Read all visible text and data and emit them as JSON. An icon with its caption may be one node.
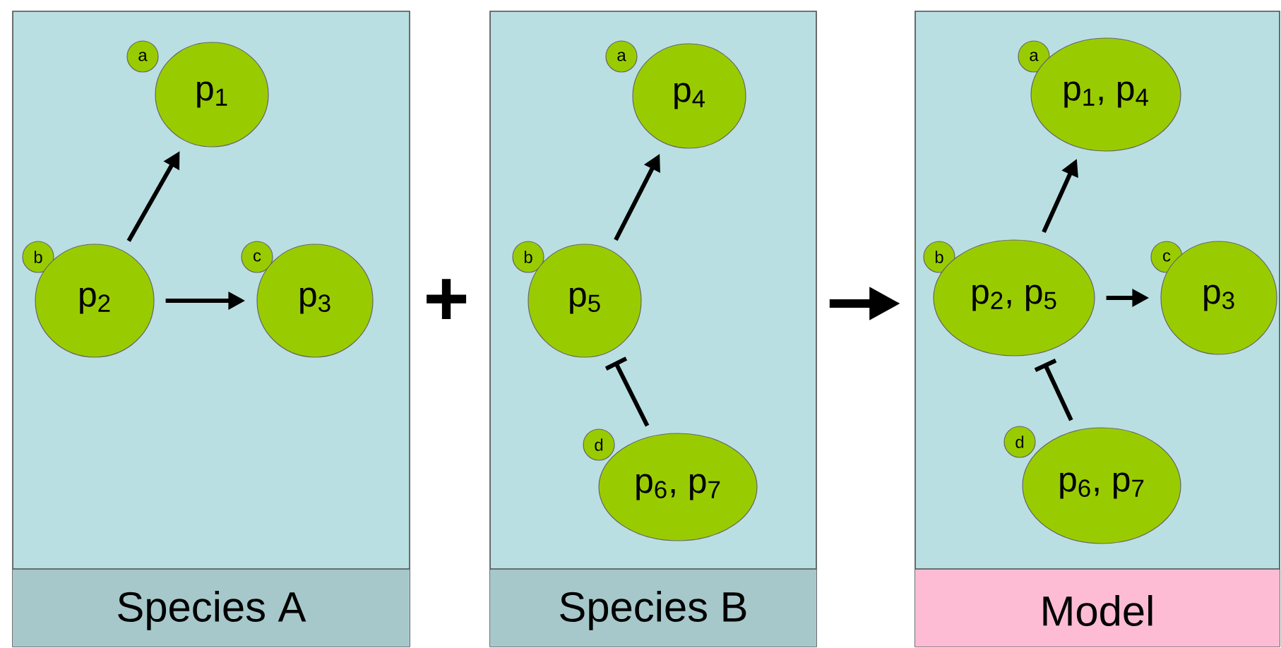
{
  "diagram": {
    "nodes": [
      {
        "text": [
          "Species A"
        ]
      },
      {
        "text": [
          "p$_{1}$"
        ],
        "in": 0
      },
      {
        "text": [
          "a"
        ],
        "in": 0
      },
      {
        "text": [
          "p$_{2}$"
        ],
        "in": 0
      },
      {
        "text": [
          "b"
        ],
        "in": 0
      },
      {
        "text": [
          "p$_{3}$"
        ],
        "in": 0
      },
      {
        "text": [
          "c"
        ],
        "in": 0
      },
      {
        "text": [
          "Species B"
        ]
      },
      {
        "text": [
          "p$_{4}$"
        ],
        "in": 7
      },
      {
        "text": [
          "a"
        ],
        "in": 7
      },
      {
        "text": [
          "p$_{5}$"
        ],
        "in": 7
      },
      {
        "text": [
          "b"
        ],
        "in": 7
      },
      {
        "text": [
          "p$_{6}$, p$_{7}$"
        ],
        "in": 7
      },
      {
        "text": [
          "d"
        ],
        "in": 7
      },
      {
        "text": [
          "Model"
        ]
      },
      {
        "text": [
          "p$_{1}$, p$_{4}$"
        ],
        "in": 14
      },
      {
        "text": [
          "a"
        ],
        "in": 14
      },
      {
        "text": [
          "p$_{2}$, p$_{5}$"
        ],
        "in": 14
      },
      {
        "text": [
          "b"
        ],
        "in": 14
      },
      {
        "text": [
          "p$_{3}$"
        ],
        "in": 14
      },
      {
        "text": [
          "c"
        ],
        "in": 14
      },
      {
        "text": [
          "p$_{6}$, p$_{7}$"
        ],
        "in": 14
      },
      {
        "text": [
          "d"
        ],
        "in": 14
      }
    ],
    "edges": [
      {
        "from": 3,
        "to": 1,
        "arrow": "to"
      },
      {
        "from": 3,
        "to": 5,
        "arrow": "to"
      },
      {
        "from": 10,
        "to": 8,
        "arrow": "to"
      },
      {
        "from": 12,
        "to": 10,
        "arrow": "other"
      },
      {
        "from": 7,
        "to": 14,
        "arrow": "to",
        "style": "thick"
      },
      {
        "from": 17,
        "to": 15,
        "arrow": "to"
      },
      {
        "from": 17,
        "to": 19,
        "arrow": "to"
      },
      {
        "from": 21,
        "to": 17,
        "arrow": "other"
      }
    ],
    "labels": [
      "+"
    ]
  }
}
